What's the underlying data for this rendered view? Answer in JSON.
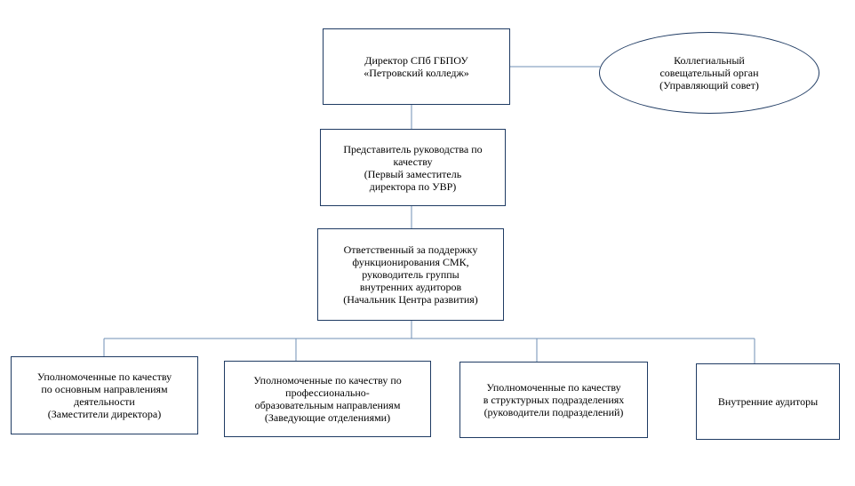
{
  "org_chart": {
    "director": "Директор СПб ГБПОУ\n«Петровский колледж»",
    "council": "Коллегиальный\nсовещательный орган\n(Управляющий совет)",
    "quality_rep": "Представитель руководства по\nкачеству\n(Первый заместитель\nдиректора по УВР)",
    "qms_head": "Ответственный за поддержку\nфункционирования СМК,\nруководитель группы\nвнутренних аудиторов\n(Начальник Центра развития)",
    "units": [
      "Уполномоченные по качеству\nпо основным направлениям\nдеятельности\n(Заместители директора)",
      "Уполномоченные по качеству по\nпрофессионально-\nобразовательным направлениям\n(Заведующие отделениями)",
      "Уполномоченные по качеству\nв структурных подразделениях\n(руководители подразделений)",
      "Внутренние аудиторы"
    ]
  },
  "colors": {
    "line": "#6f8fb4",
    "border": "#1f3b63"
  }
}
